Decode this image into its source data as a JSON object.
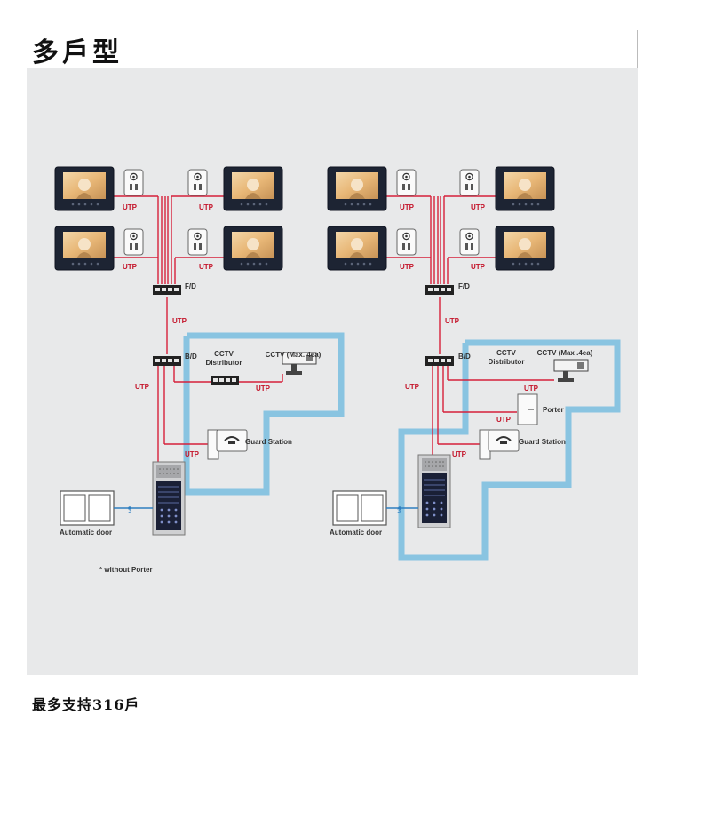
{
  "page": {
    "title": "多戶型",
    "footer": "最多支持316戶"
  },
  "labels": {
    "utp": "UTP",
    "fd": "F/D",
    "bd": "B/D",
    "cctv_distributor_line1": "CCTV",
    "cctv_distributor_line2": "Distributor",
    "cctv_left": "CCTV (Max. 4ea)",
    "cctv_right": "CCTV (Max .4ea)",
    "guard_station": "Guard Station",
    "porter": "Porter",
    "automatic_door": "Automatic door",
    "wire_count": "3",
    "note": "* without Porter"
  },
  "colors": {
    "wire": "#d6203a",
    "highlight": "#89c4e1",
    "door_wire": "#2f7fc0",
    "panel_bg": "#e8e9ea"
  }
}
